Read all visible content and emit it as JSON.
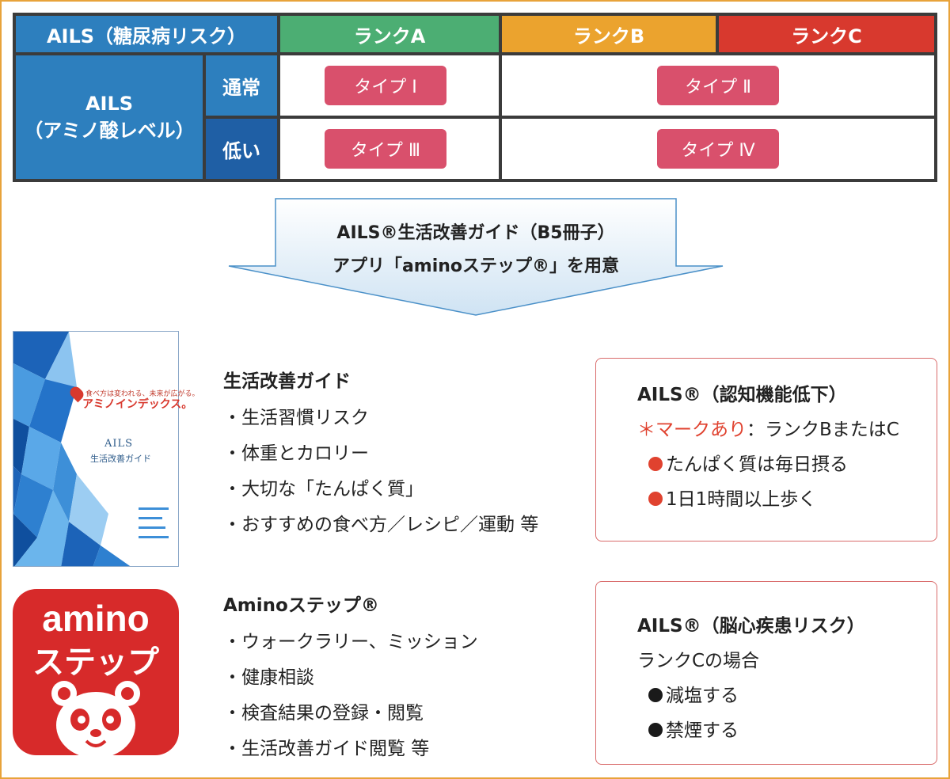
{
  "table": {
    "title": "AILS（糖尿病リスク）",
    "rank_a": "ランクA",
    "rank_b": "ランクB",
    "rank_c": "ランクC",
    "row_label_1": "AILS",
    "row_label_2": "（アミノ酸レベル）",
    "row_normal": "通常",
    "row_low": "低い",
    "type1": "タイプ Ⅰ",
    "type2": "タイプ Ⅱ",
    "type3": "タイプ Ⅲ",
    "type4": "タイプ Ⅳ"
  },
  "arrow": {
    "line1": "AILS®生活改善ガイド（B5冊子）",
    "line2": "アプリ「aminoステップ®」を用意"
  },
  "guide_cover": {
    "tagline": "食べ方は変われる、未来が広がる。",
    "brand": "アミノインデックス。",
    "ails": "AILS",
    "subtitle": "生活改善ガイド"
  },
  "guide": {
    "title": "生活改善ガイド",
    "items": [
      "・生活習慣リスク",
      "・体重とカロリー",
      "・大切な「たんぱく質」",
      "・おすすめの食べ方／レシピ／運動 等"
    ]
  },
  "app_icon": {
    "line1": "amino",
    "line2": "ステップ"
  },
  "app": {
    "title": "Aminoステップ®",
    "items": [
      "・ウォークラリー、ミッション",
      "・健康相談",
      "・検査結果の登録・閲覧",
      "・生活改善ガイド閲覧 等"
    ]
  },
  "box1": {
    "title": "AILS®（認知機能低下）",
    "mark": "＊マークあり",
    "mark_rest": "：ランクBまたはC",
    "items": [
      "たんぱく質は毎日摂る",
      "1日1時間以上歩く"
    ],
    "dot_color": "#e0422f"
  },
  "box2": {
    "title": "AILS®（脳心疾患リスク）",
    "sub": "ランクCの場合",
    "items": [
      "減塩する",
      "禁煙する"
    ],
    "dot_color": "#1a1a1a"
  }
}
